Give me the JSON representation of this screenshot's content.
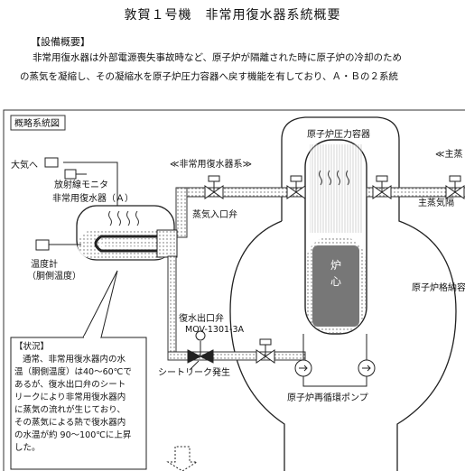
{
  "title": "敦賀１号機　非常用復水器系統概要",
  "overview": {
    "heading": "【設備概要】",
    "line1": "非常用復水器は外部電源喪失事故時など、原子炉が隔離された時に原子炉の冷却のため",
    "line2": "の蒸気を凝縮し、その凝縮水を原子炉圧力容器へ戻す機能を有しており、Ａ・Ｂの２系統"
  },
  "diagram": {
    "system_title": "概略系統図",
    "atmosphere": "大気へ",
    "radiation_monitor": "放射線モニタ",
    "condenser_a": "非常用復水器（Ａ）",
    "thermometer": "温度計",
    "thermometer_sub": "（胴側温度）",
    "ic_system": "≪非常用復水器系≫",
    "main_steam_system": "≪主蒸",
    "main_steam_line": "主蒸気隔",
    "steam_inlet_valve": "蒸気入口弁",
    "rpv": "原子炉圧力容器",
    "core_1": "炉",
    "core_2": "心",
    "containment": "原子炉格納容器",
    "outlet_valve": "復水出口弁",
    "outlet_valve_id": "MOV-1301-3A",
    "seat_leak": "シートリーク発生",
    "recirc_pump": "原子炉再循環ポンプ"
  },
  "status": {
    "heading": "【状況】",
    "lines": [
      "通常、非常用復水器内の水",
      "温（胴側温度）は40～60℃で",
      "あるが、復水出口弁のシート",
      "リークにより非常用復水器内",
      "に蒸気の流れが生じており、",
      "その蒸気による熱で復水器内",
      "の水温が約 90～100℃に上昇",
      "した。"
    ]
  }
}
